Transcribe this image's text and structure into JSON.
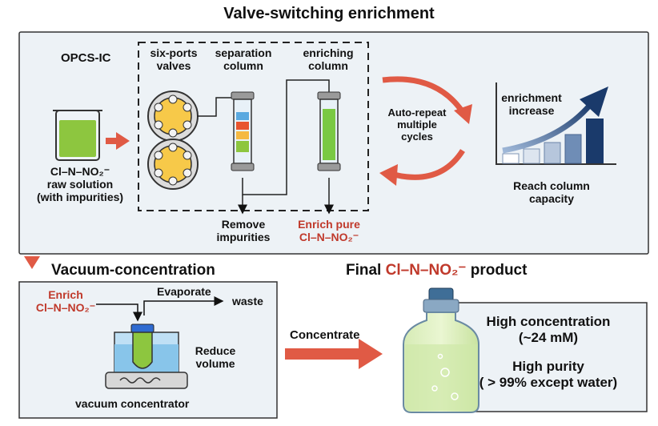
{
  "title": "Valve-switching enrichment",
  "top_panel": {
    "system_label": "OPCS-IC",
    "six_ports_label_1": "six-ports",
    "six_ports_label_2": "valves",
    "separation_label_1": "separation",
    "separation_label_2": "column",
    "enriching_label_1": "enriching",
    "enriching_label_2": "column",
    "raw_line_1": "Cl–N–NO₂⁻",
    "raw_line_2": "raw solution",
    "raw_line_3": "(with impurities)",
    "remove_line_1": "Remove",
    "remove_line_2": "impurities",
    "enrich_pure_line_1": "Enrich pure",
    "enrich_pure_line_2": "Cl–N–NO₂⁻",
    "cycle_line_1": "Auto-repeat",
    "cycle_line_2": "multiple",
    "cycle_line_3": "cycles",
    "enrichment_line_1": "enrichment",
    "enrichment_line_2": "increase",
    "capacity_line_1": "Reach column",
    "capacity_line_2": "capacity"
  },
  "vacuum_panel": {
    "title": "Vacuum-concentration",
    "enrich_line_1": "Enrich",
    "enrich_line_2": "Cl–N–NO₂⁻",
    "evaporate": "Evaporate",
    "waste": "waste",
    "reduce_line_1": "Reduce",
    "reduce_line_2": "volume",
    "device": "vacuum concentrator"
  },
  "concentrate_label": "Concentrate",
  "product": {
    "title_prefix": "Final ",
    "title_compound": "Cl–N–NO₂⁻",
    "title_suffix": " product",
    "conc_line_1": "High concentration",
    "conc_line_2": "(~24 mM)",
    "purity_line_1": "High purity",
    "purity_line_2": "( > 99% except water)"
  },
  "colors": {
    "arrow_red": "#e05a45",
    "panel_bg": "#edf2f6",
    "accent_red": "#c0392b",
    "green_solution": "#7ac943",
    "navy": "#1a3a6b"
  }
}
